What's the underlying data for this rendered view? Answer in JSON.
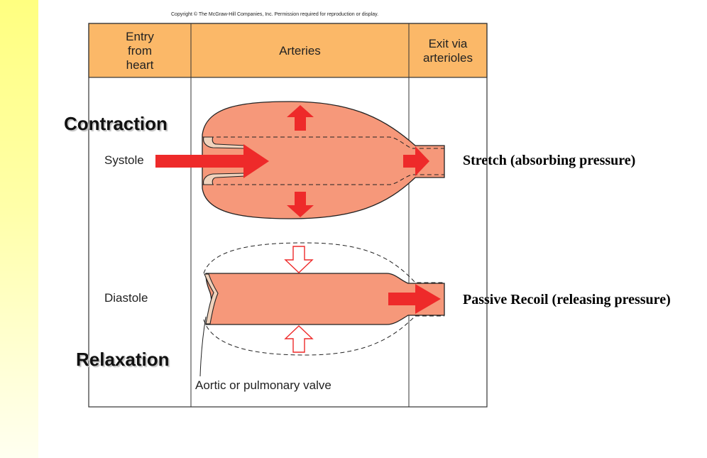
{
  "copyright": "Copyright © The McGraw-Hill Companies, Inc. Permission required for reproduction or display.",
  "table": {
    "headers": {
      "entry": [
        "Entry",
        "from",
        "heart"
      ],
      "arteries": "Arteries",
      "exit": [
        "Exit via",
        "arterioles"
      ]
    },
    "rows": {
      "systole": "Systole",
      "diastole": "Diastole"
    },
    "valve_label": "Aortic or pulmonary valve"
  },
  "annotations": {
    "contraction": "Contraction",
    "relaxation": "Relaxation",
    "stretch": "Stretch (absorbing pressure)",
    "recoil": "Passive Recoil (releasing pressure)"
  },
  "colors": {
    "header_fill": "#fbb868",
    "vessel_fill": "#f6987a",
    "arrow_red": "#ee2a2a",
    "sidebar": "#ffff80"
  }
}
